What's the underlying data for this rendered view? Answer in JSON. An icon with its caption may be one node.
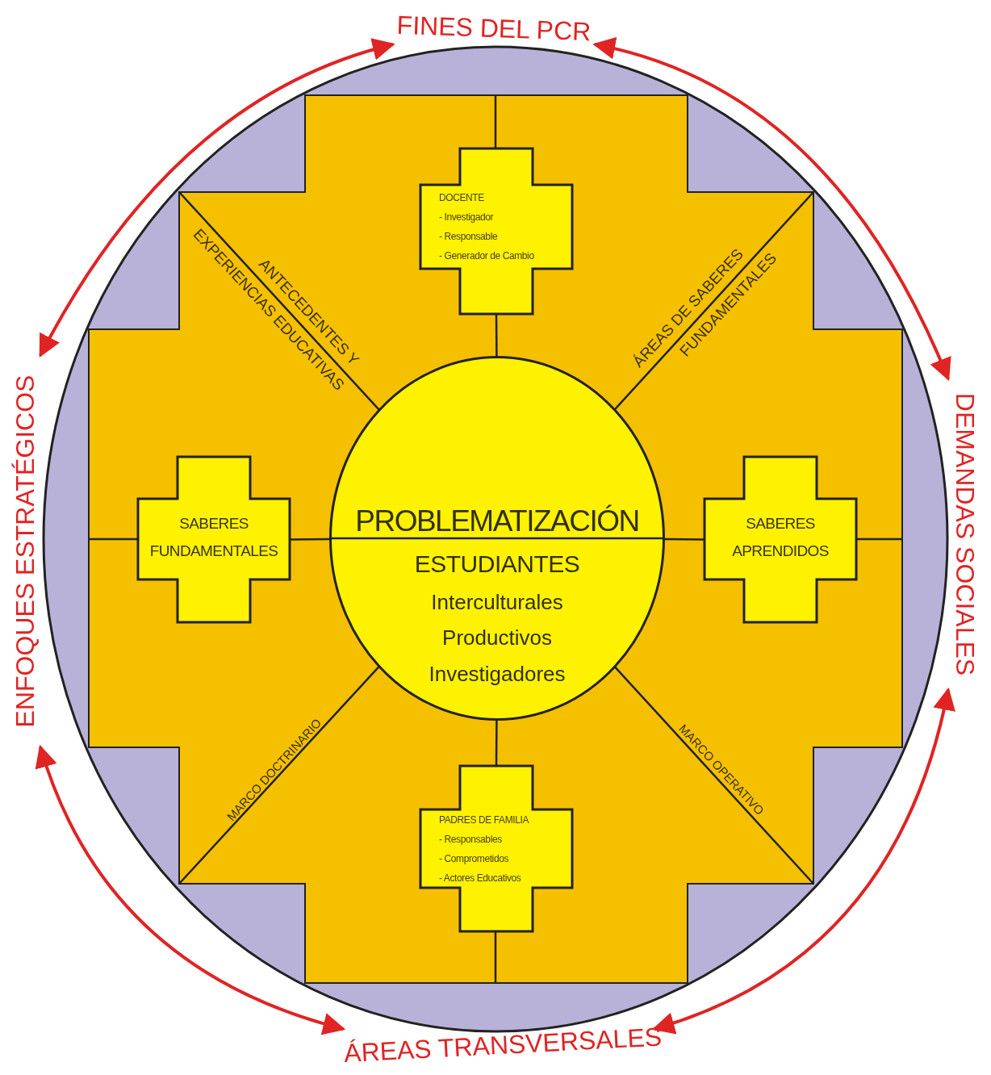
{
  "diagram": {
    "nodes": [
      {
        "text": [
          "PROBLEMATIZACIÓN",
          "ESTUDIANTES",
          "Interculturales",
          "Productivos",
          "Investigadores"
        ]
      },
      {
        "text": [
          "DOCENTE",
          "- Investigador",
          "- Responsable",
          "- Generador de Cambio"
        ]
      },
      {
        "text": [
          "SABERES FUNDAMENTALES"
        ]
      },
      {
        "text": [
          "SABERES APRENDIDOS"
        ]
      },
      {
        "text": [
          "PADRES DE FAMILIA",
          "- Responsables",
          "- Comprometidos",
          "- Actores Educativos"
        ]
      },
      {
        "text": [
          "FINES DEL PCR"
        ]
      },
      {
        "text": [
          "DEMANDAS SOCIALES"
        ]
      },
      {
        "text": [
          "ÁREAS TRANSVERSALES"
        ]
      },
      {
        "text": [
          "ENFOQUES ESTRATÉGICOS"
        ]
      }
    ],
    "edges": [
      {
        "from": 1,
        "to": 0,
        "arrow": "none"
      },
      {
        "from": 2,
        "to": 0,
        "arrow": "none"
      },
      {
        "from": 3,
        "to": 0,
        "arrow": "none"
      },
      {
        "from": 4,
        "to": 0,
        "arrow": "none"
      },
      {
        "from": 5,
        "to": 8,
        "arrow": "both",
        "color": "#e02424"
      },
      {
        "from": 5,
        "to": 6,
        "arrow": "both",
        "color": "#e02424"
      },
      {
        "from": 6,
        "to": 7,
        "arrow": "both",
        "color": "#e02424"
      },
      {
        "from": 8,
        "to": 7,
        "arrow": "both",
        "color": "#e02424"
      }
    ],
    "labels": [
      "ANTECEDENTES Y",
      "EXPERIENCIAS EDUCATIVAS",
      "ÁREAS DE SABERES",
      "FUNDAMENTALES",
      "MARCO DOCTRINARIO",
      "MARCO OPERATIVO"
    ]
  }
}
